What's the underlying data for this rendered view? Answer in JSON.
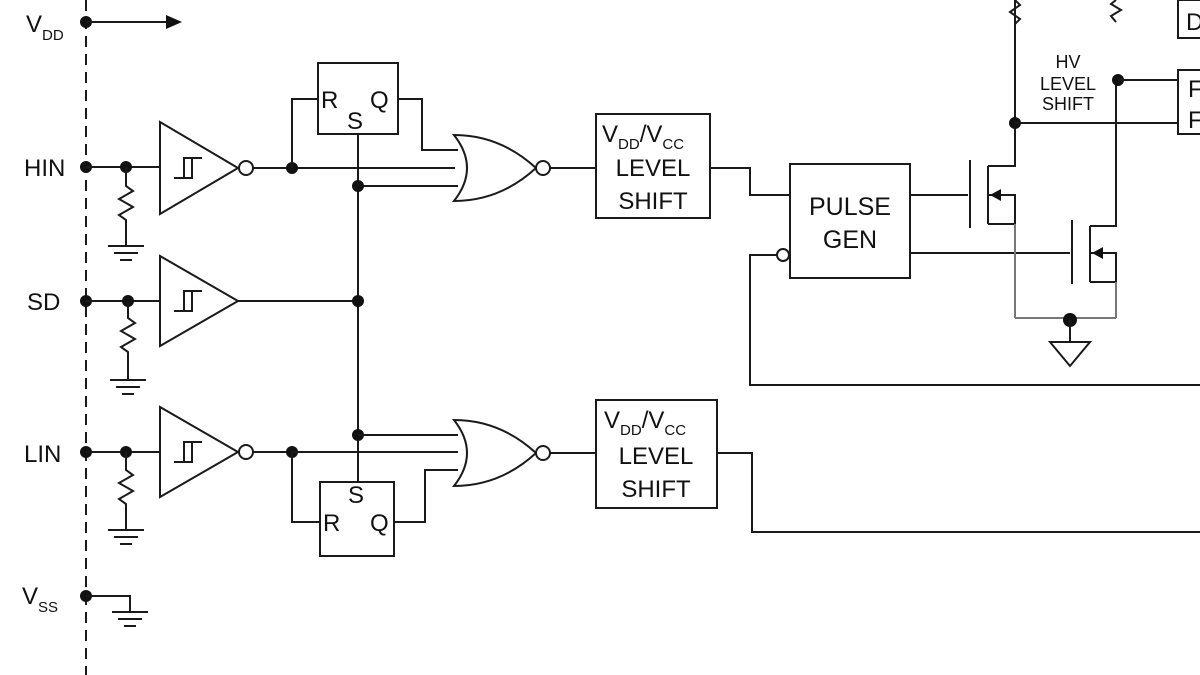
{
  "pins": {
    "vdd": {
      "main": "V",
      "sub": "DD"
    },
    "hin": "HIN",
    "sd": "SD",
    "lin": "LIN",
    "vss": {
      "main": "V",
      "sub": "SS"
    }
  },
  "latch_high": {
    "r": "R",
    "s": "S",
    "q": "Q"
  },
  "latch_low": {
    "r": "R",
    "s": "S",
    "q": "Q"
  },
  "level_shift_high": {
    "l1_a": "V",
    "l1_a_sub": "DD",
    "l1_b": "/V",
    "l1_b_sub": "CC",
    "line2": "LEVEL",
    "line3": "SHIFT"
  },
  "level_shift_low": {
    "l1_a": "V",
    "l1_a_sub": "DD",
    "l1_b": "/V",
    "l1_b_sub": "CC",
    "line2": "LEVEL",
    "line3": "SHIFT"
  },
  "pulse_gen": {
    "line1": "PULSE",
    "line2": "GEN"
  },
  "hv_level_shift": {
    "line1": "HV",
    "line2": "LEVEL",
    "line3": "SHIFT"
  },
  "right_edge": {
    "top": "D",
    "mid1": "F",
    "mid2": "F"
  }
}
